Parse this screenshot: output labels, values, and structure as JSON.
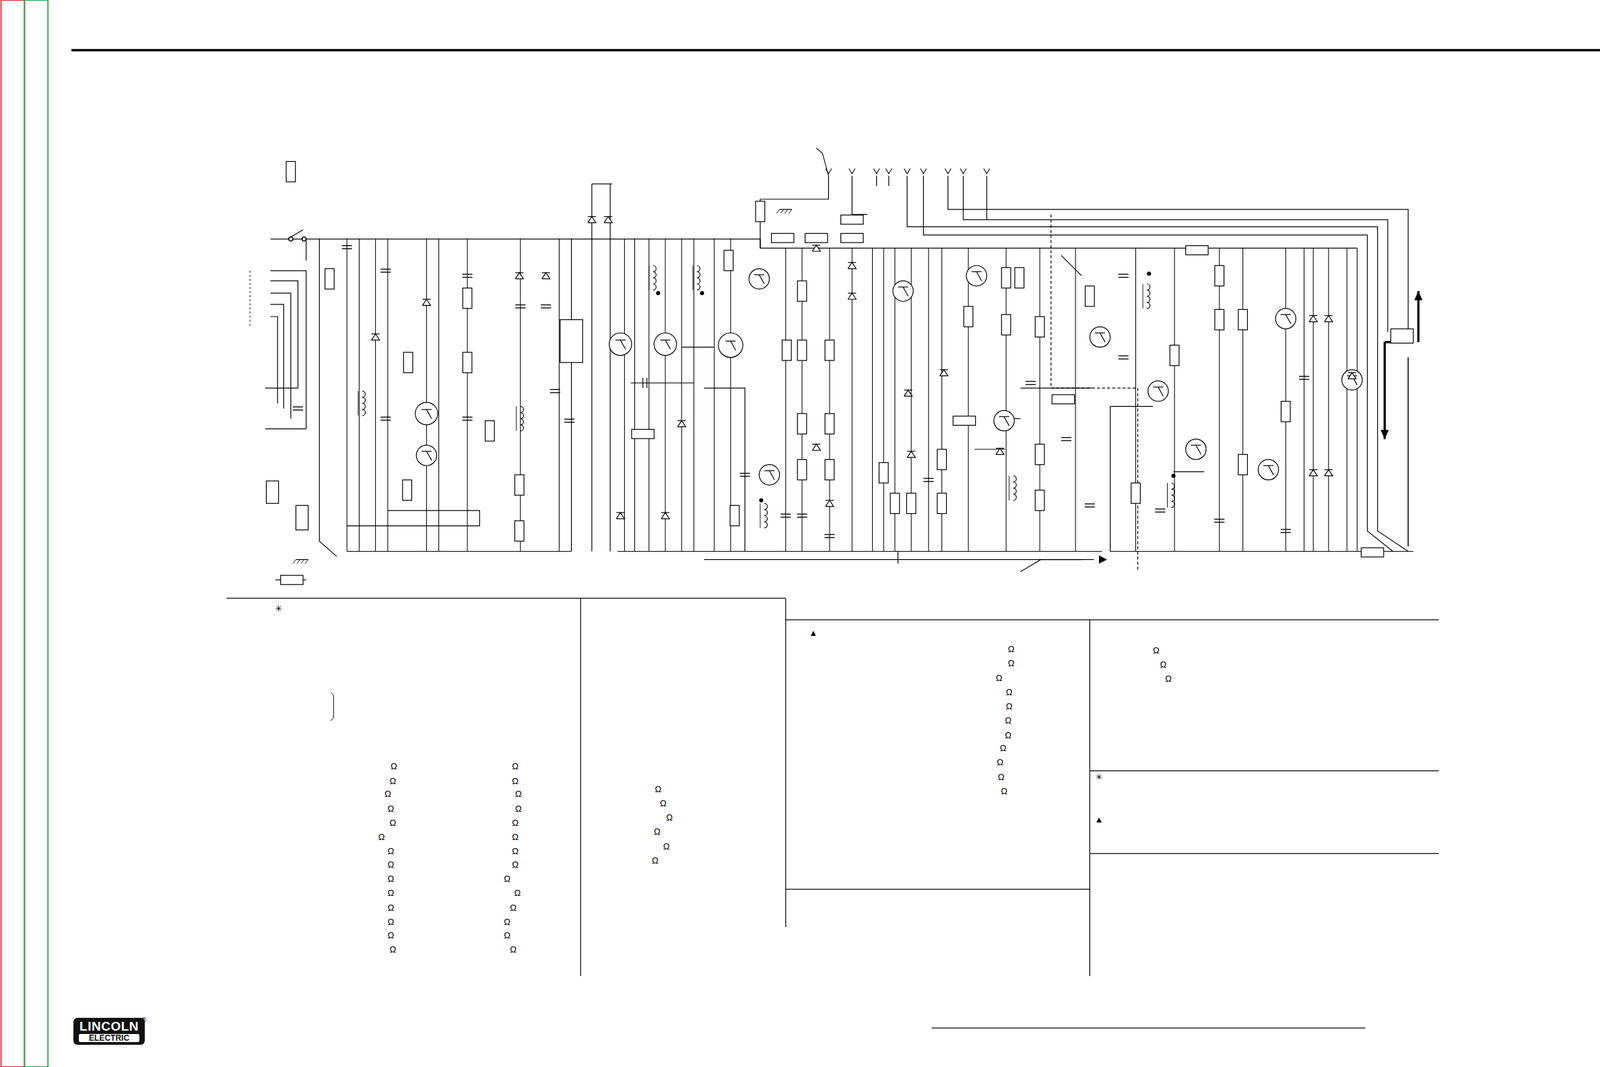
{
  "diagram": {
    "nodes": [
      {
        "text": [
          "LINCOLN",
          "ELECTRIC"
        ]
      }
    ],
    "edges": [],
    "labels": [
      "✳",
      "Ω",
      "Ω",
      "Ω",
      "Ω",
      "Ω",
      "Ω",
      "Ω",
      "Ω",
      "Ω",
      "Ω",
      "Ω",
      "Ω",
      "Ω",
      "Ω",
      "Ω",
      "Ω",
      "Ω",
      "Ω",
      "Ω",
      "Ω",
      "Ω",
      "Ω",
      "Ω",
      "Ω",
      "Ω",
      "Ω",
      "Ω",
      "Ω",
      "Ω",
      "Ω",
      "Ω",
      "Ω",
      "Ω",
      "Ω",
      "▲",
      "Ω",
      "Ω",
      "Ω",
      "Ω",
      "Ω",
      "Ω",
      "Ω",
      "Ω",
      "Ω",
      "Ω",
      "Ω",
      "Ω",
      "Ω",
      "Ω",
      "✳",
      "▲",
      "®"
    ]
  }
}
